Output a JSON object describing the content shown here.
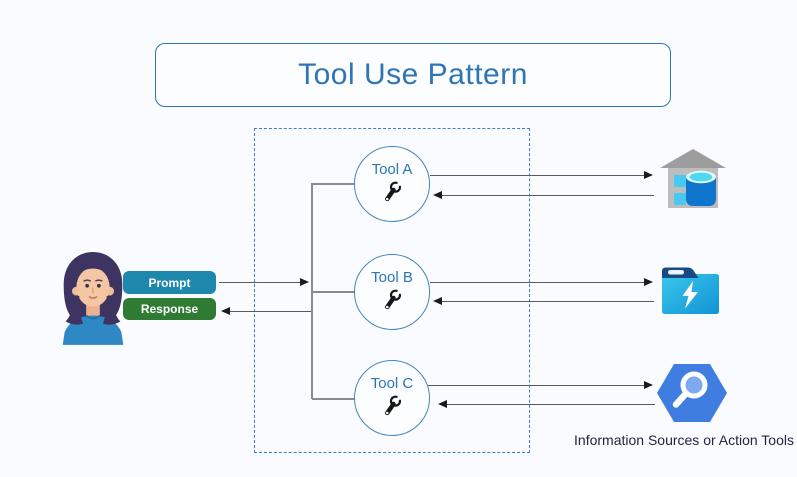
{
  "title": "Tool Use Pattern",
  "user": {
    "icon": "woman-avatar"
  },
  "messages": {
    "prompt_label": "Prompt",
    "response_label": "Response"
  },
  "tools": [
    {
      "label": "Tool A",
      "icon": "wrench-icon"
    },
    {
      "label": "Tool B",
      "icon": "wrench-icon"
    },
    {
      "label": "Tool C",
      "icon": "wrench-icon"
    }
  ],
  "destinations": [
    {
      "icon": "data-warehouse-icon"
    },
    {
      "icon": "folder-lightning-icon"
    },
    {
      "icon": "search-hexagon-icon"
    }
  ],
  "caption": "Information Sources or Action Tools",
  "colors": {
    "background": "#FAFBFF",
    "title-blue": "#2E75B6",
    "circle-border": "#4186C0",
    "dashed-border": "#3A7FD5",
    "prompt-teal": "#1E87AC",
    "response-green": "#2F7B33",
    "line-gray": "#8B8B8B",
    "arrow-gray": "#5A5A5A",
    "arrowhead": "#1C1C1C",
    "caption-dark": "#24243C"
  }
}
